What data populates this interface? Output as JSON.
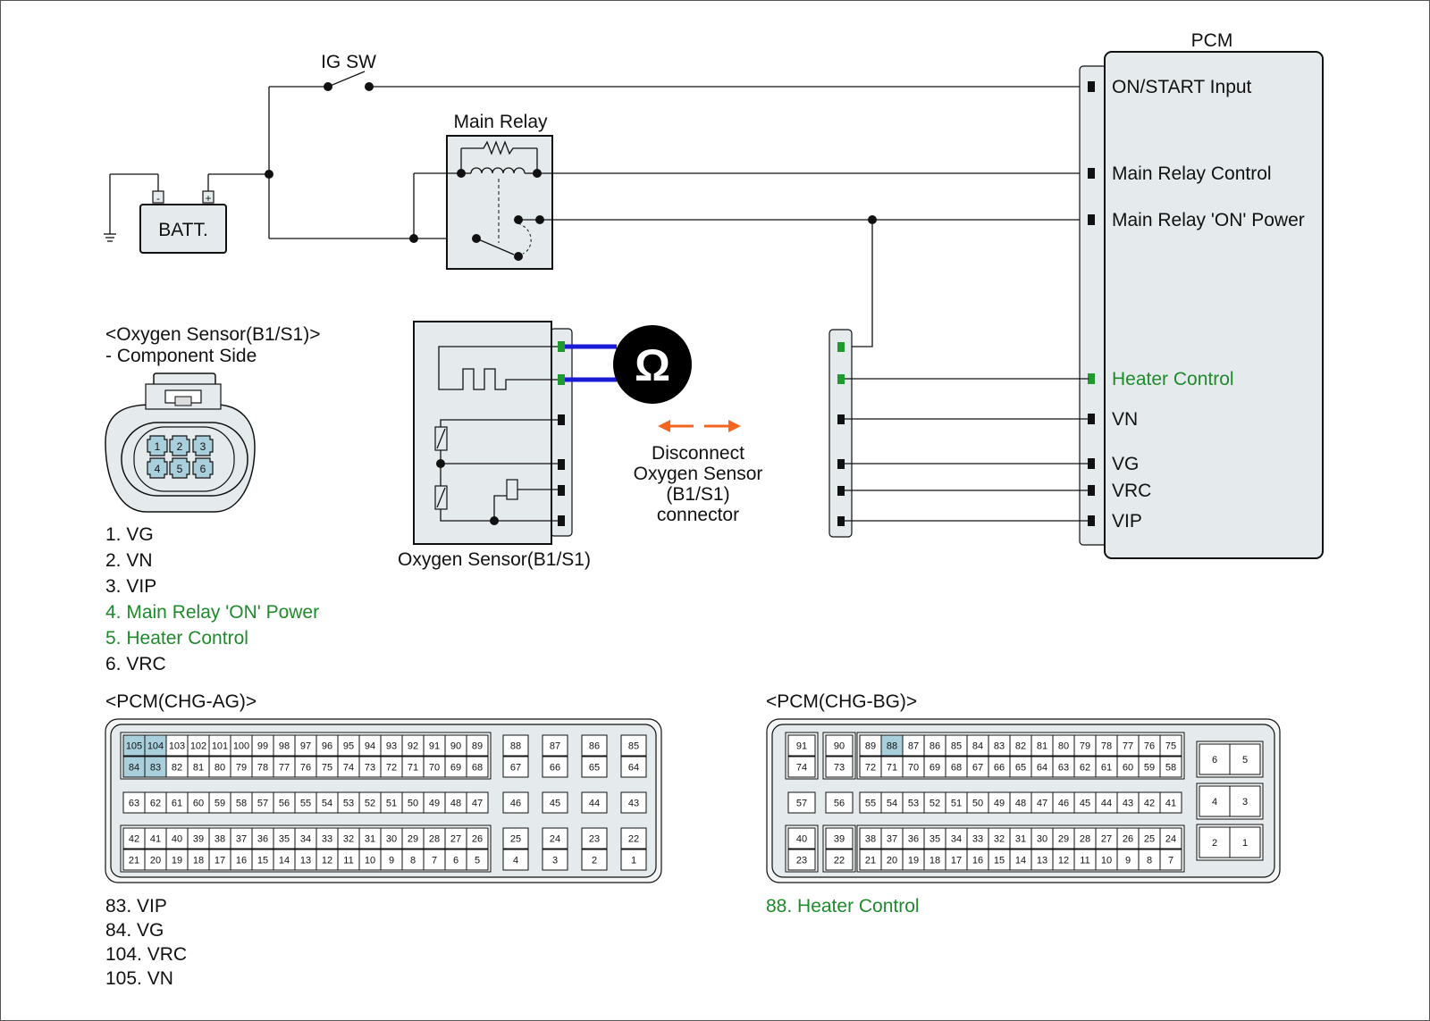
{
  "labels": {
    "ig_sw": "IG SW",
    "main_relay": "Main Relay",
    "batt": "BATT.",
    "pcm": "PCM",
    "o2_title": "<Oxygen Sensor(B1/S1)>",
    "o2_side": "- Component Side",
    "o2_sensor": "Oxygen Sensor(B1/S1)",
    "disconnect": [
      "Disconnect",
      "Oxygen Sensor",
      "(B1/S1)",
      "connector"
    ],
    "ohm": "Ω",
    "minus": "-",
    "plus": "+",
    "pcm_ag": "<PCM(CHG-AG)>",
    "pcm_bg": "<PCM(CHG-BG)>"
  },
  "pcm_terminals": [
    {
      "label": "ON/START Input",
      "highlight": false
    },
    {
      "label": "Main Relay Control",
      "highlight": false
    },
    {
      "label": "Main Relay 'ON' Power",
      "highlight": false
    },
    {
      "label": "Heater Control",
      "highlight": true
    },
    {
      "label": "VN",
      "highlight": false
    },
    {
      "label": "VG",
      "highlight": false
    },
    {
      "label": "VRC",
      "highlight": false
    },
    {
      "label": "VIP",
      "highlight": false
    }
  ],
  "o2_pinout": [
    {
      "text": "1. VG",
      "highlight": false
    },
    {
      "text": "2. VN",
      "highlight": false
    },
    {
      "text": "3. VIP",
      "highlight": false
    },
    {
      "text": "4. Main Relay 'ON' Power",
      "highlight": true
    },
    {
      "text": "5. Heater Control",
      "highlight": true
    },
    {
      "text": "6. VRC",
      "highlight": false
    }
  ],
  "o2_connector_pins": [
    "1",
    "2",
    "3",
    "4",
    "5",
    "6"
  ],
  "ag_pinout": [
    "83. VIP",
    "84. VG",
    "104. VRC",
    "105. VN"
  ],
  "bg_pinout": [
    "88. Heater Control"
  ],
  "ag_connector": {
    "highlight_pins": [
      "105",
      "104",
      "84",
      "83"
    ],
    "row1": [
      "105",
      "104",
      "103",
      "102",
      "101",
      "100",
      "99",
      "98",
      "97",
      "96",
      "95",
      "94",
      "93",
      "92",
      "91",
      "90",
      "89"
    ],
    "row2": [
      "84",
      "83",
      "82",
      "81",
      "80",
      "79",
      "78",
      "77",
      "76",
      "75",
      "74",
      "73",
      "72",
      "71",
      "70",
      "69",
      "68"
    ],
    "row1_singles": [
      "88",
      "87",
      "86",
      "85"
    ],
    "row2_singles": [
      "67",
      "66",
      "65",
      "64"
    ],
    "row3": [
      "63",
      "62",
      "61",
      "60",
      "59",
      "58",
      "57",
      "56",
      "55",
      "54",
      "53",
      "52",
      "51",
      "50",
      "49",
      "48",
      "47"
    ],
    "row3_singles": [
      "46",
      "45",
      "44",
      "43"
    ],
    "row4": [
      "42",
      "41",
      "40",
      "39",
      "38",
      "37",
      "36",
      "35",
      "34",
      "33",
      "32",
      "31",
      "30",
      "29",
      "28",
      "27",
      "26"
    ],
    "row5": [
      "21",
      "20",
      "19",
      "18",
      "17",
      "16",
      "15",
      "14",
      "13",
      "12",
      "11",
      "10",
      "9",
      "8",
      "7",
      "6",
      "5"
    ],
    "row4_singles": [
      "25",
      "24",
      "23",
      "22"
    ],
    "row5_singles": [
      "4",
      "3",
      "2",
      "1"
    ]
  },
  "bg_connector": {
    "highlight_pins": [
      "88"
    ],
    "left_singles_top": [
      "91",
      "90"
    ],
    "left_singles_bot": [
      "74",
      "73"
    ],
    "row1": [
      "89",
      "88",
      "87",
      "86",
      "85",
      "84",
      "83",
      "82",
      "81",
      "80",
      "79",
      "78",
      "77",
      "76",
      "75"
    ],
    "row2": [
      "72",
      "71",
      "70",
      "69",
      "68",
      "67",
      "66",
      "65",
      "64",
      "63",
      "62",
      "61",
      "60",
      "59",
      "58"
    ],
    "left_singles_mid": [
      "57",
      "56"
    ],
    "row3": [
      "55",
      "54",
      "53",
      "52",
      "51",
      "50",
      "49",
      "48",
      "47",
      "46",
      "45",
      "44",
      "43",
      "42",
      "41"
    ],
    "left_singles_r4": [
      "40",
      "39"
    ],
    "left_singles_r5": [
      "23",
      "22"
    ],
    "row4": [
      "38",
      "37",
      "36",
      "35",
      "34",
      "33",
      "32",
      "31",
      "30",
      "29",
      "28",
      "27",
      "26",
      "25",
      "24"
    ],
    "row5": [
      "21",
      "20",
      "19",
      "18",
      "17",
      "16",
      "15",
      "14",
      "13",
      "12",
      "11",
      "10",
      "9",
      "8",
      "7"
    ],
    "right_blocks": [
      [
        "6",
        "5"
      ],
      [
        "4",
        "3"
      ],
      [
        "2",
        "1"
      ]
    ]
  },
  "colors": {
    "highlight_green": "#1e8a2c",
    "pin_highlight": "#a9cfdc",
    "probe_wire": "#1a1ad6",
    "arrow": "#f26522"
  }
}
